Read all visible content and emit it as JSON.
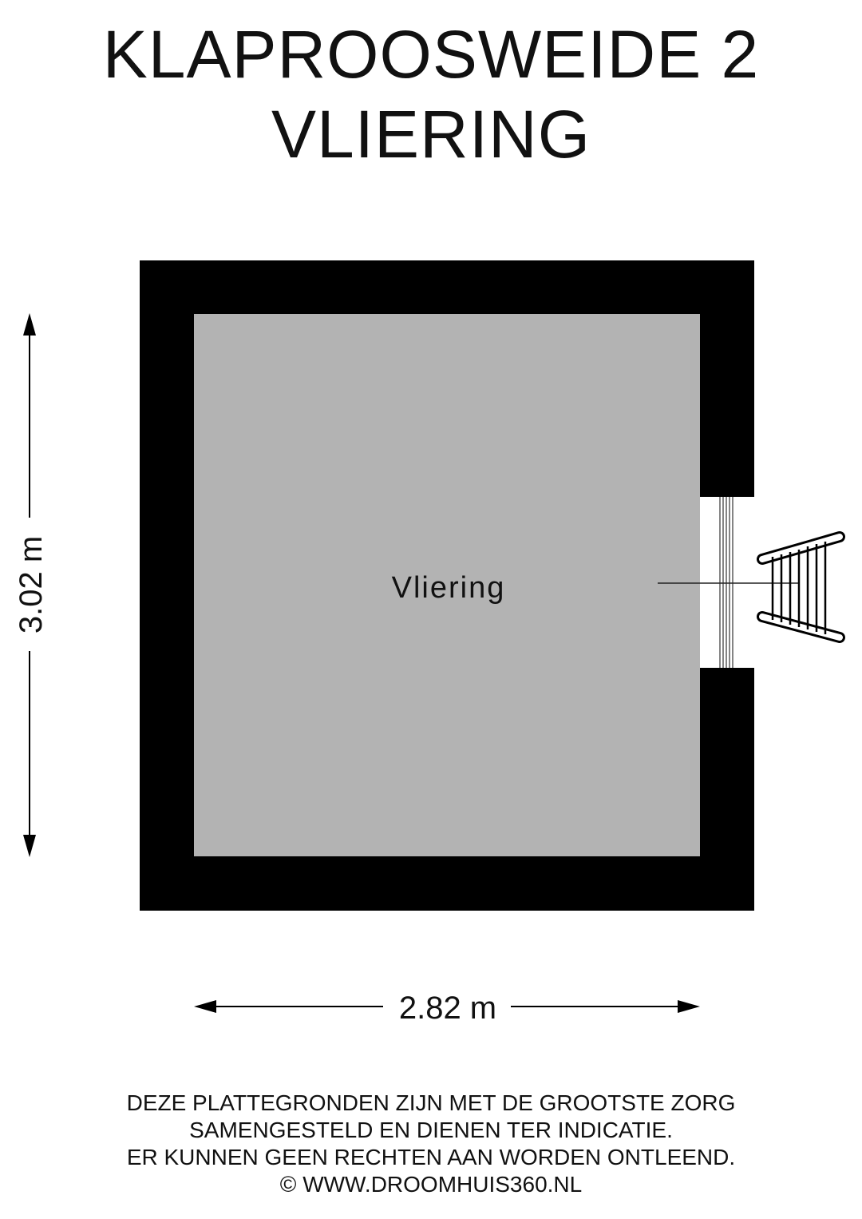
{
  "title": {
    "line1": "KLAPROOSWEIDE 2",
    "line2": "VLIERING"
  },
  "room": {
    "label": "Vliering",
    "fill_color": "#b3b3b3",
    "wall_color": "#000000"
  },
  "dimensions": {
    "height": "3.02 m",
    "width": "2.82 m"
  },
  "disclaimer": [
    "DEZE PLATTEGRONDEN ZIJN MET DE GROOTSTE ZORG",
    "SAMENGESTELD EN DIENEN TER INDICATIE.",
    "ER KUNNEN GEEN RECHTEN AAN WORDEN ONTLEEND.",
    "© WWW.DROOMHUIS360.NL"
  ],
  "icons": [
    "ladder-icon",
    "arrow-up-icon",
    "arrow-down-icon",
    "arrow-left-icon",
    "arrow-right-icon"
  ]
}
